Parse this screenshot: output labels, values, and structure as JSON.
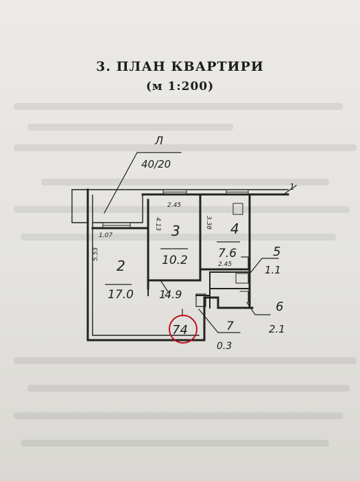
{
  "document": {
    "title": "3. ПЛАН  КВАРТИРИ",
    "scale": "(м  1:200)"
  },
  "plan": {
    "label_top": "Л",
    "label_top_value": "40/20",
    "rooms": [
      {
        "number": "2",
        "area": "17.0"
      },
      {
        "number": "3",
        "area": "10.2"
      },
      {
        "number": "4",
        "area": "7.6"
      },
      {
        "number": "5",
        "area": "1.1"
      },
      {
        "number": "6",
        "area": "2.1"
      },
      {
        "number": "7",
        "area": "0.3"
      }
    ],
    "corridor_number": "1",
    "corridor_area": "4.9",
    "circled_area": "74",
    "marker_right": "1",
    "dimensions": {
      "d1": "2.45",
      "d2": "1.07",
      "d3": "4.13",
      "d4": "3.38",
      "d5": "2.45",
      "d6": "5.53"
    }
  }
}
